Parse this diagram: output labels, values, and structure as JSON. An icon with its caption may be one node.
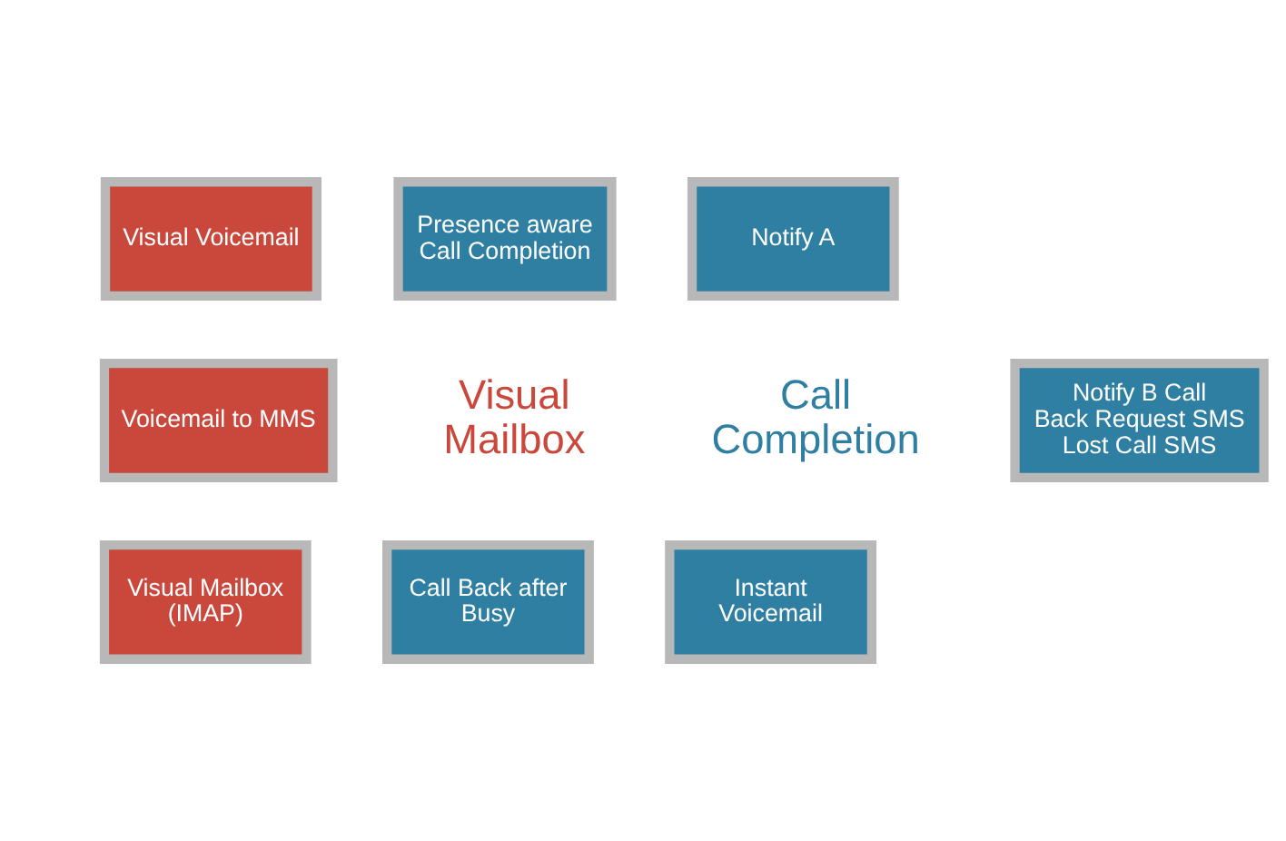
{
  "diagram": {
    "nodes": [
      {
        "text": [
          "Presence aware Call Completion"
        ]
      },
      {
        "text": [
          "Visual Voicemail"
        ]
      },
      {
        "text": [
          "Notify A"
        ]
      },
      {
        "text": [
          "Voicemail to MMS"
        ]
      },
      {
        "text": [
          "Notify B Call Back Request SMS Lost Call SMS"
        ]
      },
      {
        "text": [
          "Visual Mailbox (IMAP)"
        ]
      },
      {
        "text": [
          "Instant Voicemail"
        ]
      },
      {
        "text": [
          "Call Back after Busy"
        ]
      }
    ],
    "edges": [],
    "labels": [
      "Visual Mailbox",
      "Call Completion"
    ]
  }
}
